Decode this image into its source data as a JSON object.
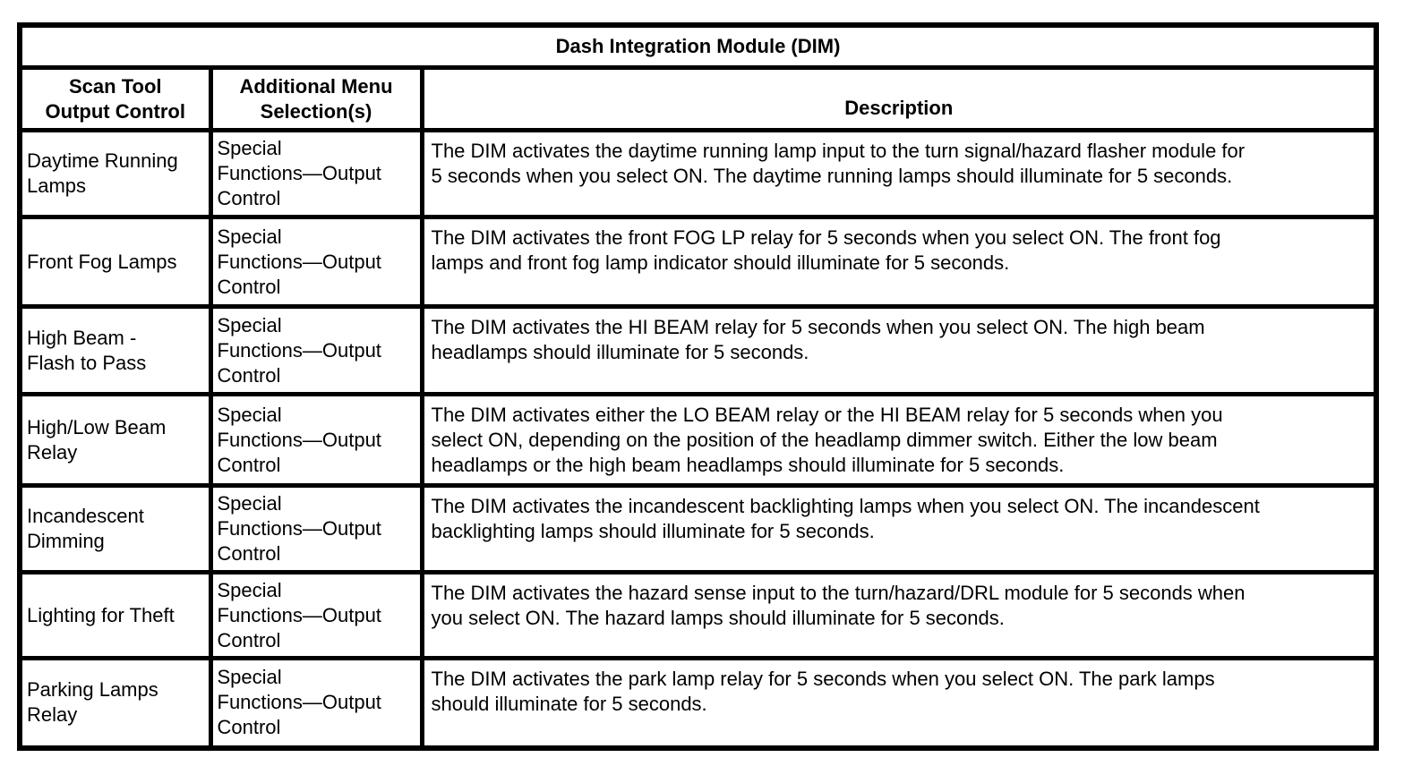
{
  "table": {
    "title": "Dash Integration Module (DIM)",
    "columns": [
      {
        "label": "Scan Tool\nOutput Control"
      },
      {
        "label": "Additional Menu\nSelection(s)"
      },
      {
        "label": "Description"
      }
    ],
    "rows": [
      {
        "control": "Daytime Running\nLamps",
        "menu": "Special\nFunctions—Output\nControl",
        "description": "The DIM activates the daytime running lamp input to the turn signal/hazard flasher module for\n5 seconds when you select ON. The daytime running lamps should illuminate for 5 seconds."
      },
      {
        "control": "Front Fog Lamps",
        "menu": "Special\nFunctions—Output\nControl",
        "description": "The DIM activates the front FOG LP relay for 5 seconds when you select ON. The front fog\nlamps and front fog lamp indicator should illuminate for 5 seconds."
      },
      {
        "control": "High Beam -\nFlash to Pass",
        "menu": "Special\nFunctions—Output\nControl",
        "description": "The DIM activates the HI BEAM relay for 5 seconds when you select ON. The high beam\nheadlamps should illuminate for 5 seconds."
      },
      {
        "control": "High/Low Beam\nRelay",
        "menu": "Special\nFunctions—Output\nControl",
        "description": "The DIM activates either the LO BEAM relay or the HI BEAM relay for 5 seconds when you\nselect ON, depending on the position of the headlamp dimmer switch. Either the low beam\nheadlamps or the high beam headlamps should illuminate for 5 seconds."
      },
      {
        "control": "Incandescent\nDimming",
        "menu": "Special\nFunctions—Output\nControl",
        "description": "The DIM activates the incandescent backlighting lamps when you select ON. The incandescent\nbacklighting lamps should illuminate for 5 seconds."
      },
      {
        "control": "Lighting for Theft",
        "menu": "Special\nFunctions—Output\nControl",
        "description": "The DIM activates the hazard sense input to the turn/hazard/DRL module for 5 seconds when\nyou select ON. The hazard lamps should illuminate for 5 seconds."
      },
      {
        "control": "Parking Lamps\nRelay",
        "menu": "Special\nFunctions—Output\nControl",
        "description": "The DIM activates the park lamp relay for 5 seconds when you select ON. The park lamps\nshould illuminate for 5 seconds."
      }
    ]
  },
  "colors": {
    "border": "#000000",
    "background": "#ffffff",
    "text": "#000000"
  }
}
